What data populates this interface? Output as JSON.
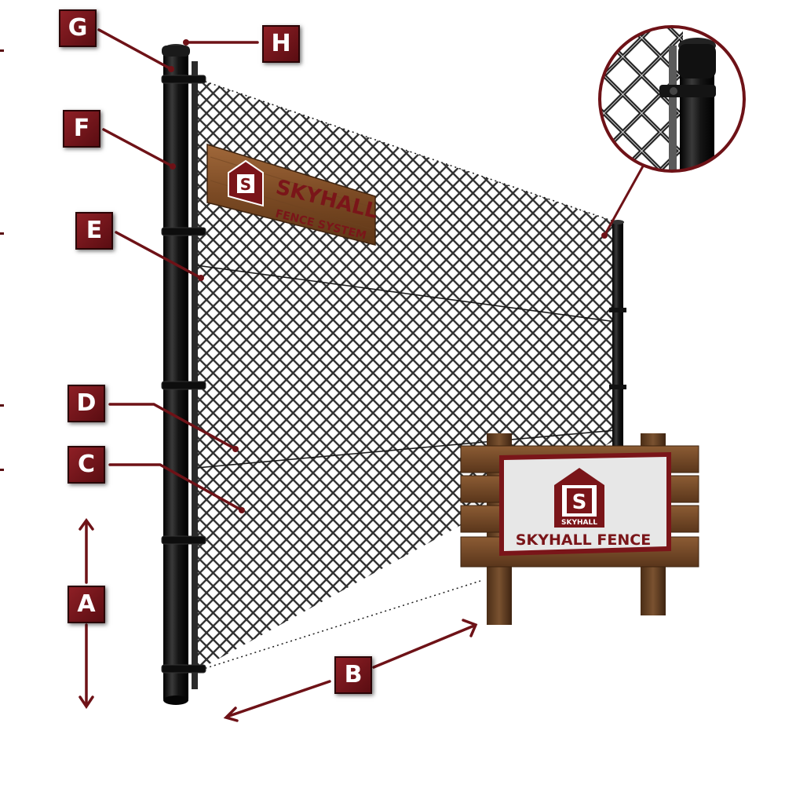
{
  "callouts": {
    "A": "A",
    "B": "B",
    "C": "C",
    "D": "D",
    "E": "E",
    "F": "F",
    "G": "G",
    "H": "H"
  },
  "wood_sign": {
    "logo_letter": "S",
    "line1": "SKYHALL",
    "line2": "FENCE SYSTEM"
  },
  "banner": {
    "logo_letter": "S",
    "logo_caption": "SKYHALL",
    "text": "SKYHALL FENCE"
  },
  "colors": {
    "callout_fill": "#7a1519",
    "leader": "#6e1217",
    "post": "#111111",
    "mesh": "#1c1c1c",
    "wood": "#8a5a32"
  }
}
